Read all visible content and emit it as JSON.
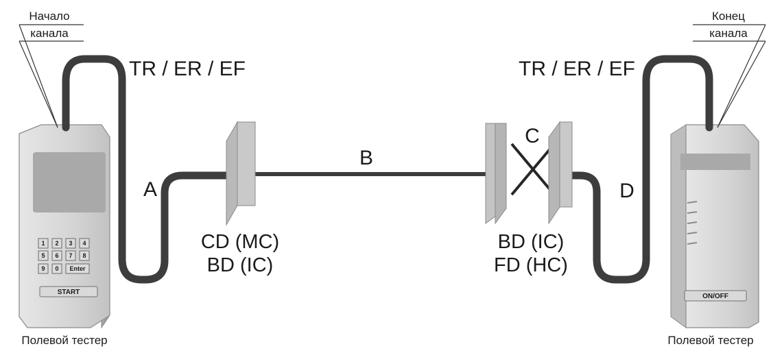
{
  "left": {
    "callout_line1": "Начало",
    "callout_line2": "канала",
    "cable_label": "TR / ER / EF",
    "caption": "Полевой тестер",
    "keypad": [
      "1",
      "2",
      "3",
      "4",
      "5",
      "6",
      "7",
      "8",
      "9",
      "0",
      "Enter"
    ],
    "start_label": "START"
  },
  "right": {
    "callout_line1": "Конец",
    "callout_line2": "канала",
    "cable_label": "TR / ER / EF",
    "caption": "Полевой тестер",
    "onoff_label": "ON/OFF"
  },
  "segments": {
    "a": "A",
    "b": "B",
    "c": "C",
    "d": "D"
  },
  "panel_left": {
    "line1": "CD (MC)",
    "line2": "BD (IC)"
  },
  "panel_right": {
    "line1": "BD (IC)",
    "line2": "FD (HC)"
  }
}
